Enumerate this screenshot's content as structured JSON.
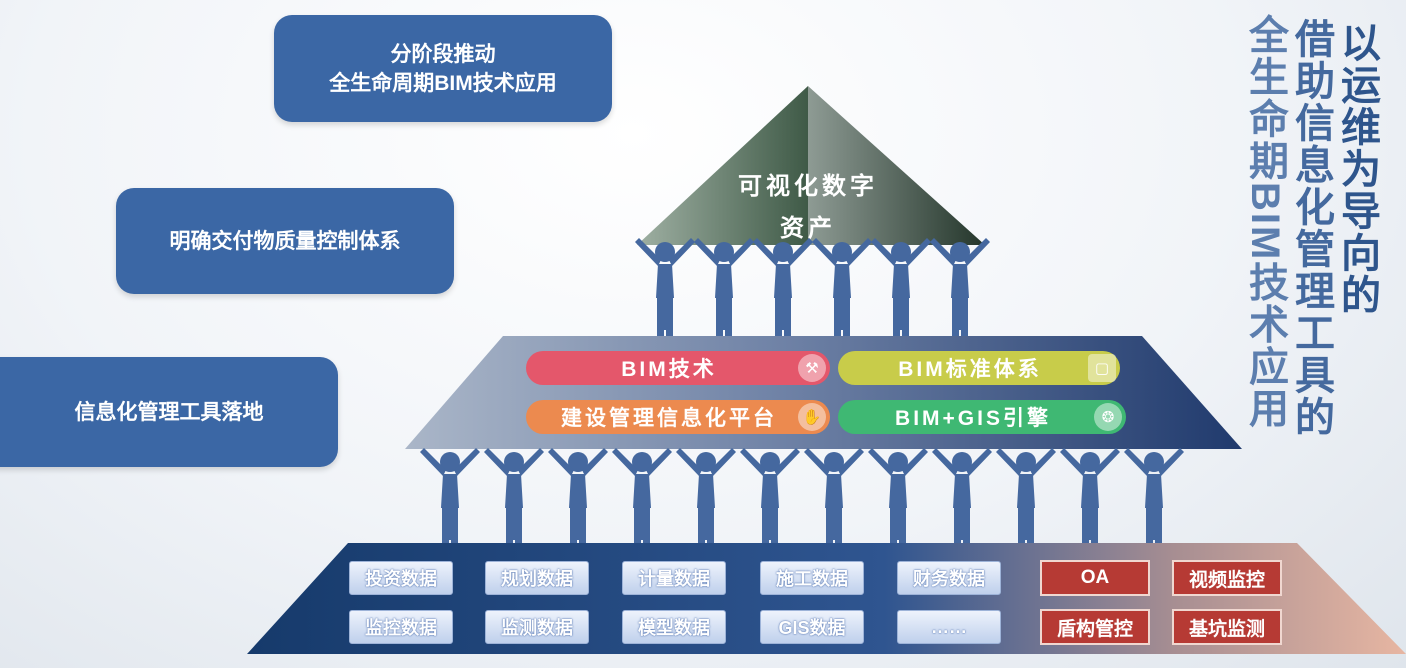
{
  "left_labels": {
    "stage": [
      "分阶段推动",
      "全生命周期BIM技术应用"
    ],
    "quality": "明确交付物质量控制体系",
    "tools": "信息化管理工具落地"
  },
  "apex": {
    "lines": [
      "可视化数字",
      "资产"
    ]
  },
  "middle_layer": {
    "items": [
      {
        "label": "BIM技术",
        "icon": "wrench-icon",
        "color": "#e4576b"
      },
      {
        "label": "BIM标准体系",
        "icon": "book-icon",
        "color": "#c8cc4a"
      },
      {
        "label": "建设管理信息化平台",
        "icon": "hand-icon",
        "color": "#ec8a4f"
      },
      {
        "label": "BIM+GIS引擎",
        "icon": "network-icon",
        "color": "#3fb873"
      }
    ]
  },
  "data_layer": {
    "row1": [
      "投资数据",
      "规划数据",
      "计量数据",
      "施工数据",
      "财务数据"
    ],
    "row2": [
      "监控数据",
      "监测数据",
      "模型数据",
      "GIS数据",
      "……"
    ]
  },
  "systems": {
    "row1": [
      "OA",
      "视频监控"
    ],
    "row2": [
      "盾构管控",
      "基坑监测"
    ]
  },
  "vertical_title": [
    "以运维为导向的",
    "借助信息化管理工具的",
    "全生命期BIM技术应用"
  ]
}
